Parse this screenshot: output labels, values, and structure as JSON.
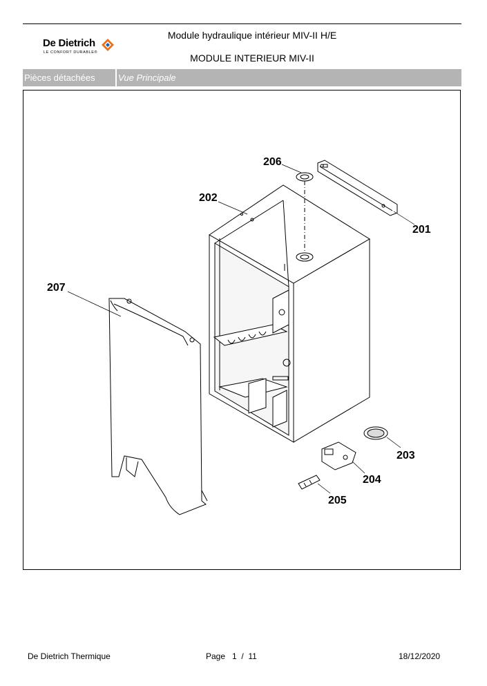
{
  "header": {
    "logo_name": "De Dietrich",
    "logo_tagline": "LE CONFORT DURABLE®",
    "logo_mark_icon": "diamond-logo-icon",
    "title_line1": "Module hydraulique intérieur MIV-II H/E",
    "title_line2": "MODULE INTERIEUR MIV-II"
  },
  "section_bar": {
    "left": "Pièces détachées",
    "right": "Vue Principale"
  },
  "diagram": {
    "callouts": [
      "201",
      "202",
      "203",
      "204",
      "205",
      "206",
      "207"
    ]
  },
  "footer": {
    "company": "De Dietrich Thermique",
    "page": "Page   1  /  11",
    "date": "18/12/2020"
  }
}
